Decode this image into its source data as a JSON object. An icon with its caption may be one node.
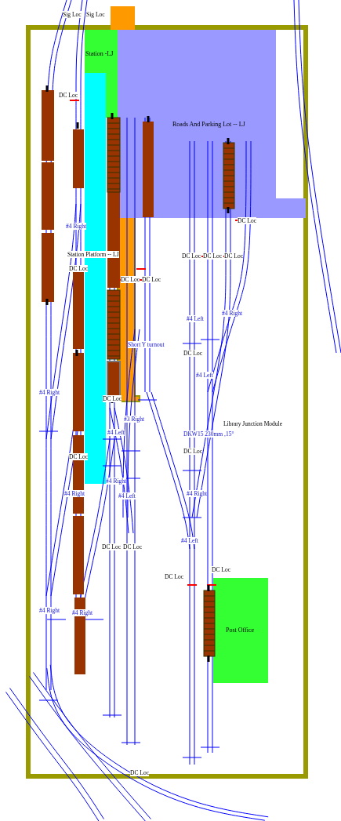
{
  "diagram": {
    "nodes": [
      {
        "text": [
          "Station -LJ"
        ]
      },
      {
        "text": [
          "Roads And Parking Lot -- LJ"
        ]
      },
      {
        "text": [
          "Post Office"
        ]
      }
    ],
    "labels": [
      "Sig Loc",
      "Sig Loc",
      "DC Loc",
      "DC Loc",
      "#4 Right",
      "Station Platform -- LJ",
      "DC Loc",
      "DC Loc",
      "DC Loc",
      "DC Loc",
      "DC Loc",
      "DC Loc",
      "#4 Left",
      "#4 Right",
      "Short Y turnout",
      "DC Loc",
      "#4 Left",
      "#4 Right",
      "DC Loc",
      "#3 Right",
      "#4 Left",
      "Library Junction Module",
      "DKW15 230mm ,15°",
      "DC Loc",
      "DC Loc",
      "#4 Right",
      "#4 Right",
      "#4 Left",
      "#4 Right",
      "#4 Left",
      "DC Loc",
      "DC Loc",
      "DC Loc",
      "DC Loc",
      "#4 Right",
      "#4 Right",
      "DC Loc"
    ]
  }
}
